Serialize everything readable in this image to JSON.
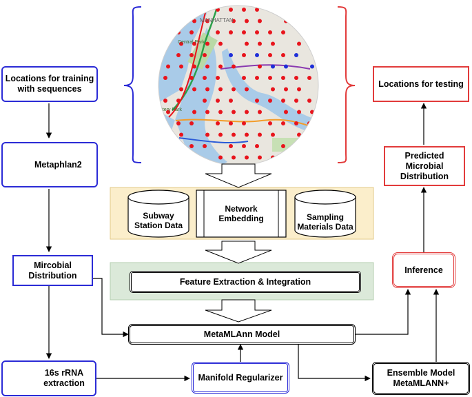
{
  "nodes": {
    "loc_train": "Locations for training with sequences",
    "metaphlan": "Metaphlan2",
    "mircobial": "Mircobial Distribution",
    "rrna": "16s rRNA extraction",
    "manifold": "Manifold Regularizer",
    "model": "MetaMLAnn Model",
    "ensemble": "Ensemble Model MetaMLANN+",
    "inference": "Inference",
    "predicted": "Predicted Microbial Distribution",
    "loc_test": "Locations for testing",
    "subway": "Subway Station Data",
    "network": "Network Embedding",
    "sampling": "Sampling Materials Data",
    "feature": "Feature Extraction & Integration"
  },
  "map_labels": {
    "manhattan": "MANHATTAN",
    "central_park": "Central Park",
    "battery_park": "attery Park"
  },
  "colors": {
    "blue": "#2b2bd6",
    "red": "#e23b3b",
    "yellow_panel": "#fbeecb",
    "green_panel": "#dbe9d9",
    "dot_red": "#e8141c",
    "dot_blue": "#1f2fd8",
    "gear": "#f2a21a"
  }
}
